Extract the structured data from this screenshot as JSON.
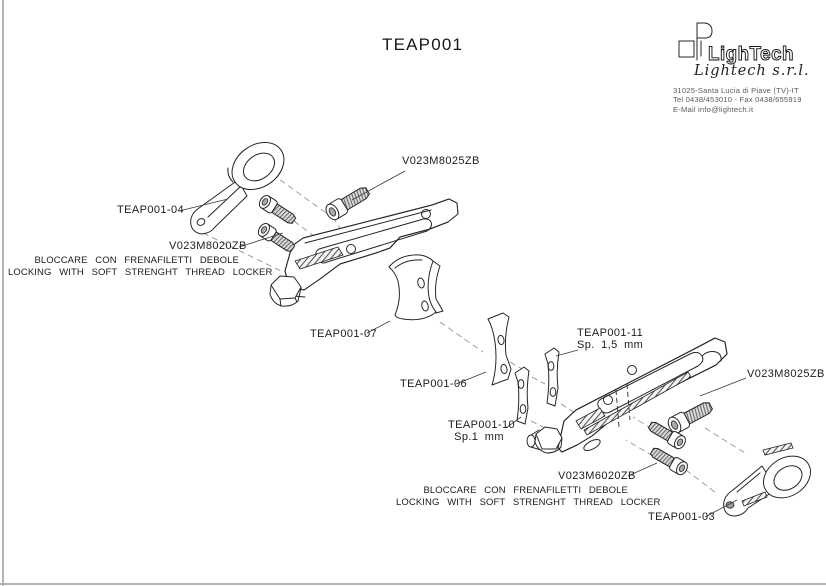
{
  "title": "TEAP001",
  "logo": {
    "brand": "LighTech",
    "company": "Lightech s.r.l.",
    "address_line1": "31025-Santa Lucia di Piave (TV)-IT",
    "address_line2": "Tel 0438/453010 - Fax 0438/655919",
    "address_line3": "E-Mail info@lightech.it"
  },
  "callouts": {
    "screw_m8025_left": "V023M8025ZB",
    "part_04": "TEAP001-04",
    "screw_m8020": "V023M8020ZB",
    "part_07": "TEAP001-07",
    "part_06": "TEAP001-06",
    "part_10": "TEAP001-10",
    "part_10_thickness": "Sp.1 mm",
    "part_11": "TEAP001-11",
    "part_11_thickness": "Sp. 1,5 mm",
    "screw_m8025_right": "V023M8025ZB",
    "screw_m6020": "V023M6020ZB",
    "part_03": "TEAP001-03"
  },
  "notes": {
    "locking_it": "BLOCCARE CON FRENAFILETTI DEBOLE",
    "locking_en": "LOCKING WITH SOFT STRENGHT THREAD LOCKER"
  },
  "colors": {
    "line": "#262626",
    "background": "#ffffff"
  }
}
